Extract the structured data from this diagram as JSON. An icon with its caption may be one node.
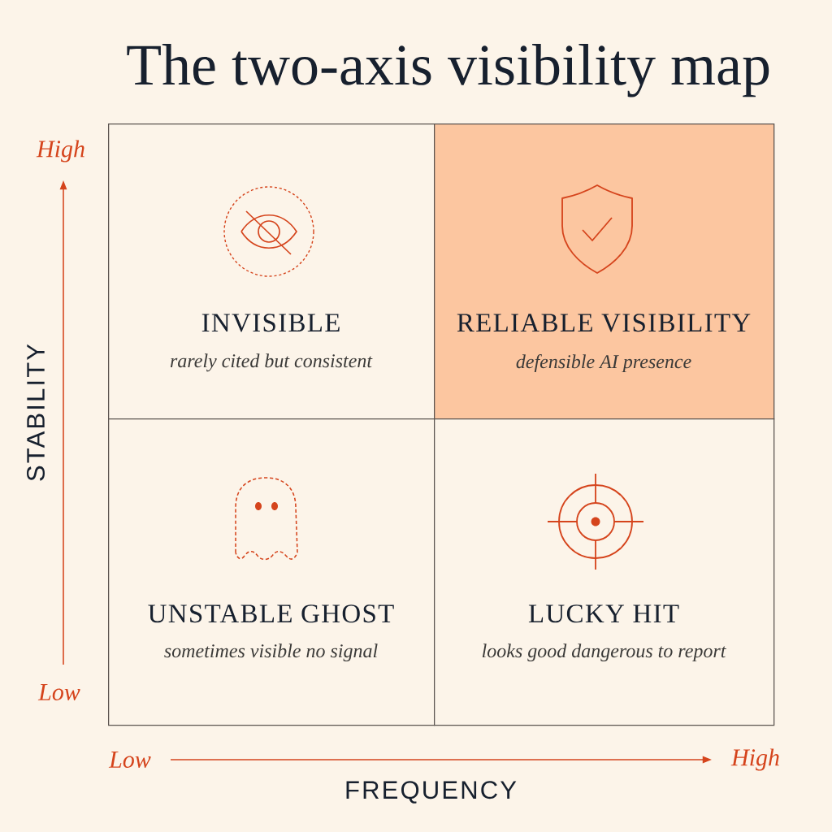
{
  "diagram": {
    "title": "The two-axis visibility map",
    "nodes": [
      {
        "text": [
          "INVISIBLE",
          "rarely cited but consistent"
        ]
      },
      {
        "text": [
          "RELIABLE VISIBILITY",
          "defensible AI presence"
        ]
      },
      {
        "text": [
          "UNSTABLE GHOST",
          "sometimes visible no signal"
        ]
      },
      {
        "text": [
          "LUCKY HIT",
          "looks good dangerous to report"
        ]
      }
    ],
    "labels": [
      "High",
      "STABILITY",
      "Low",
      "Low",
      "High",
      "FREQUENCY"
    ]
  }
}
